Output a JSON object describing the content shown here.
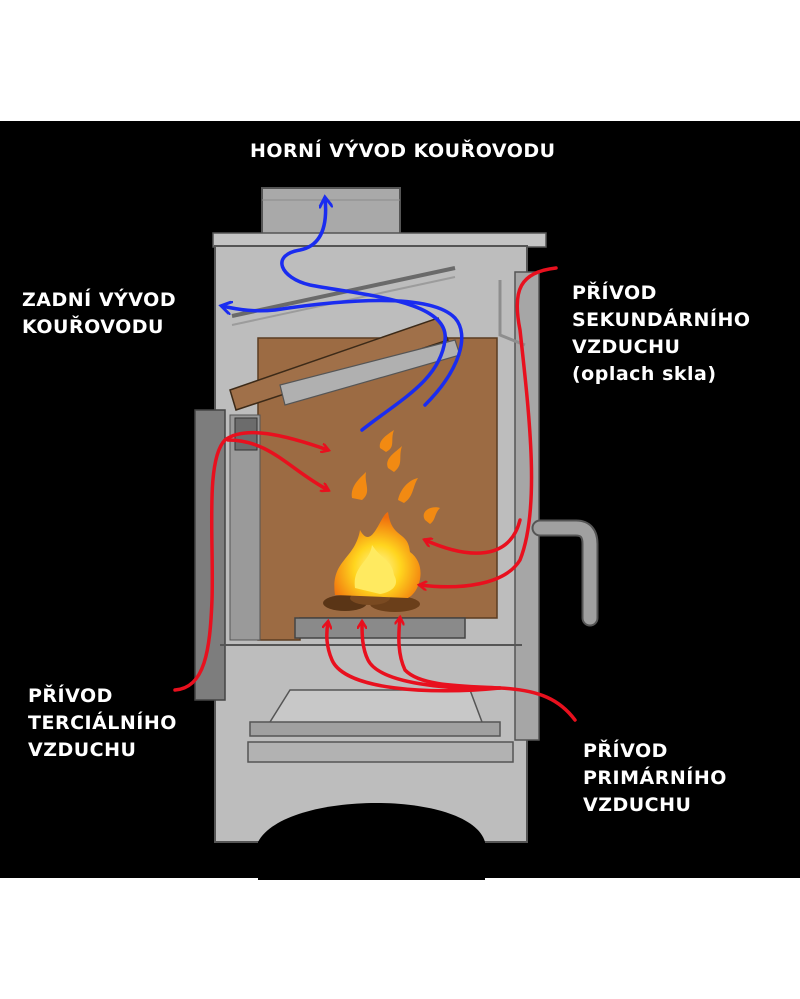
{
  "labels": {
    "top_outlet": "HORNÍ VÝVOD KOUŘOVODU",
    "rear_outlet": [
      "ZADNÍ VÝVOD",
      "KOUŘOVODU"
    ],
    "secondary_air": [
      "PŘÍVOD",
      "SEKUNDÁRNÍHO",
      "VZDUCHU",
      "(oplach skla)"
    ],
    "tertiary_air": [
      "PŘÍVOD",
      "TERCIÁLNÍHO",
      "VZDUCHU"
    ],
    "primary_air": [
      "PŘÍVOD",
      "PRIMÁRNÍHO",
      "VZDUCHU"
    ]
  },
  "colors": {
    "background": "#000000",
    "page": "#ffffff",
    "stove_body": "#bdbdbd",
    "firebox": "#9c6b43",
    "cold_air_arrows": "#e8101e",
    "flue_gas_arrows": "#1a2cf0",
    "flame_core": "#ffe23a",
    "flame_outer": "#f07a10"
  }
}
